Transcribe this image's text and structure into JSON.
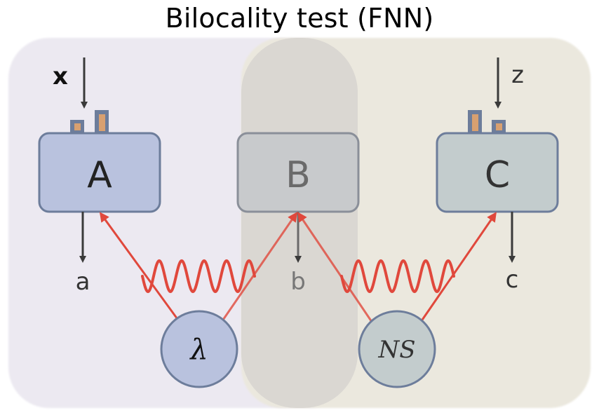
{
  "title": "Bilocality test (FNN)",
  "parties": {
    "A": {
      "label": "A",
      "input": "x",
      "output": "a"
    },
    "B": {
      "label": "B",
      "output": "b"
    },
    "C": {
      "label": "C",
      "input": "z",
      "output": "c"
    }
  },
  "sources": {
    "left": {
      "label": "λ"
    },
    "right": {
      "label": "NS"
    }
  },
  "colors": {
    "left_region": "#ece9f1",
    "right_region": "#ebe8de",
    "middle_band": "#d9d6d1",
    "box_A": "#b9c2de",
    "box_B": "#c8cacc",
    "box_C": "#c3cccd",
    "box_stroke": "#6d7d9b",
    "source_left": "#b9c2de",
    "source_right": "#c3cccd",
    "link_red": "#e0483c",
    "arrow": "#3a3a3a"
  }
}
